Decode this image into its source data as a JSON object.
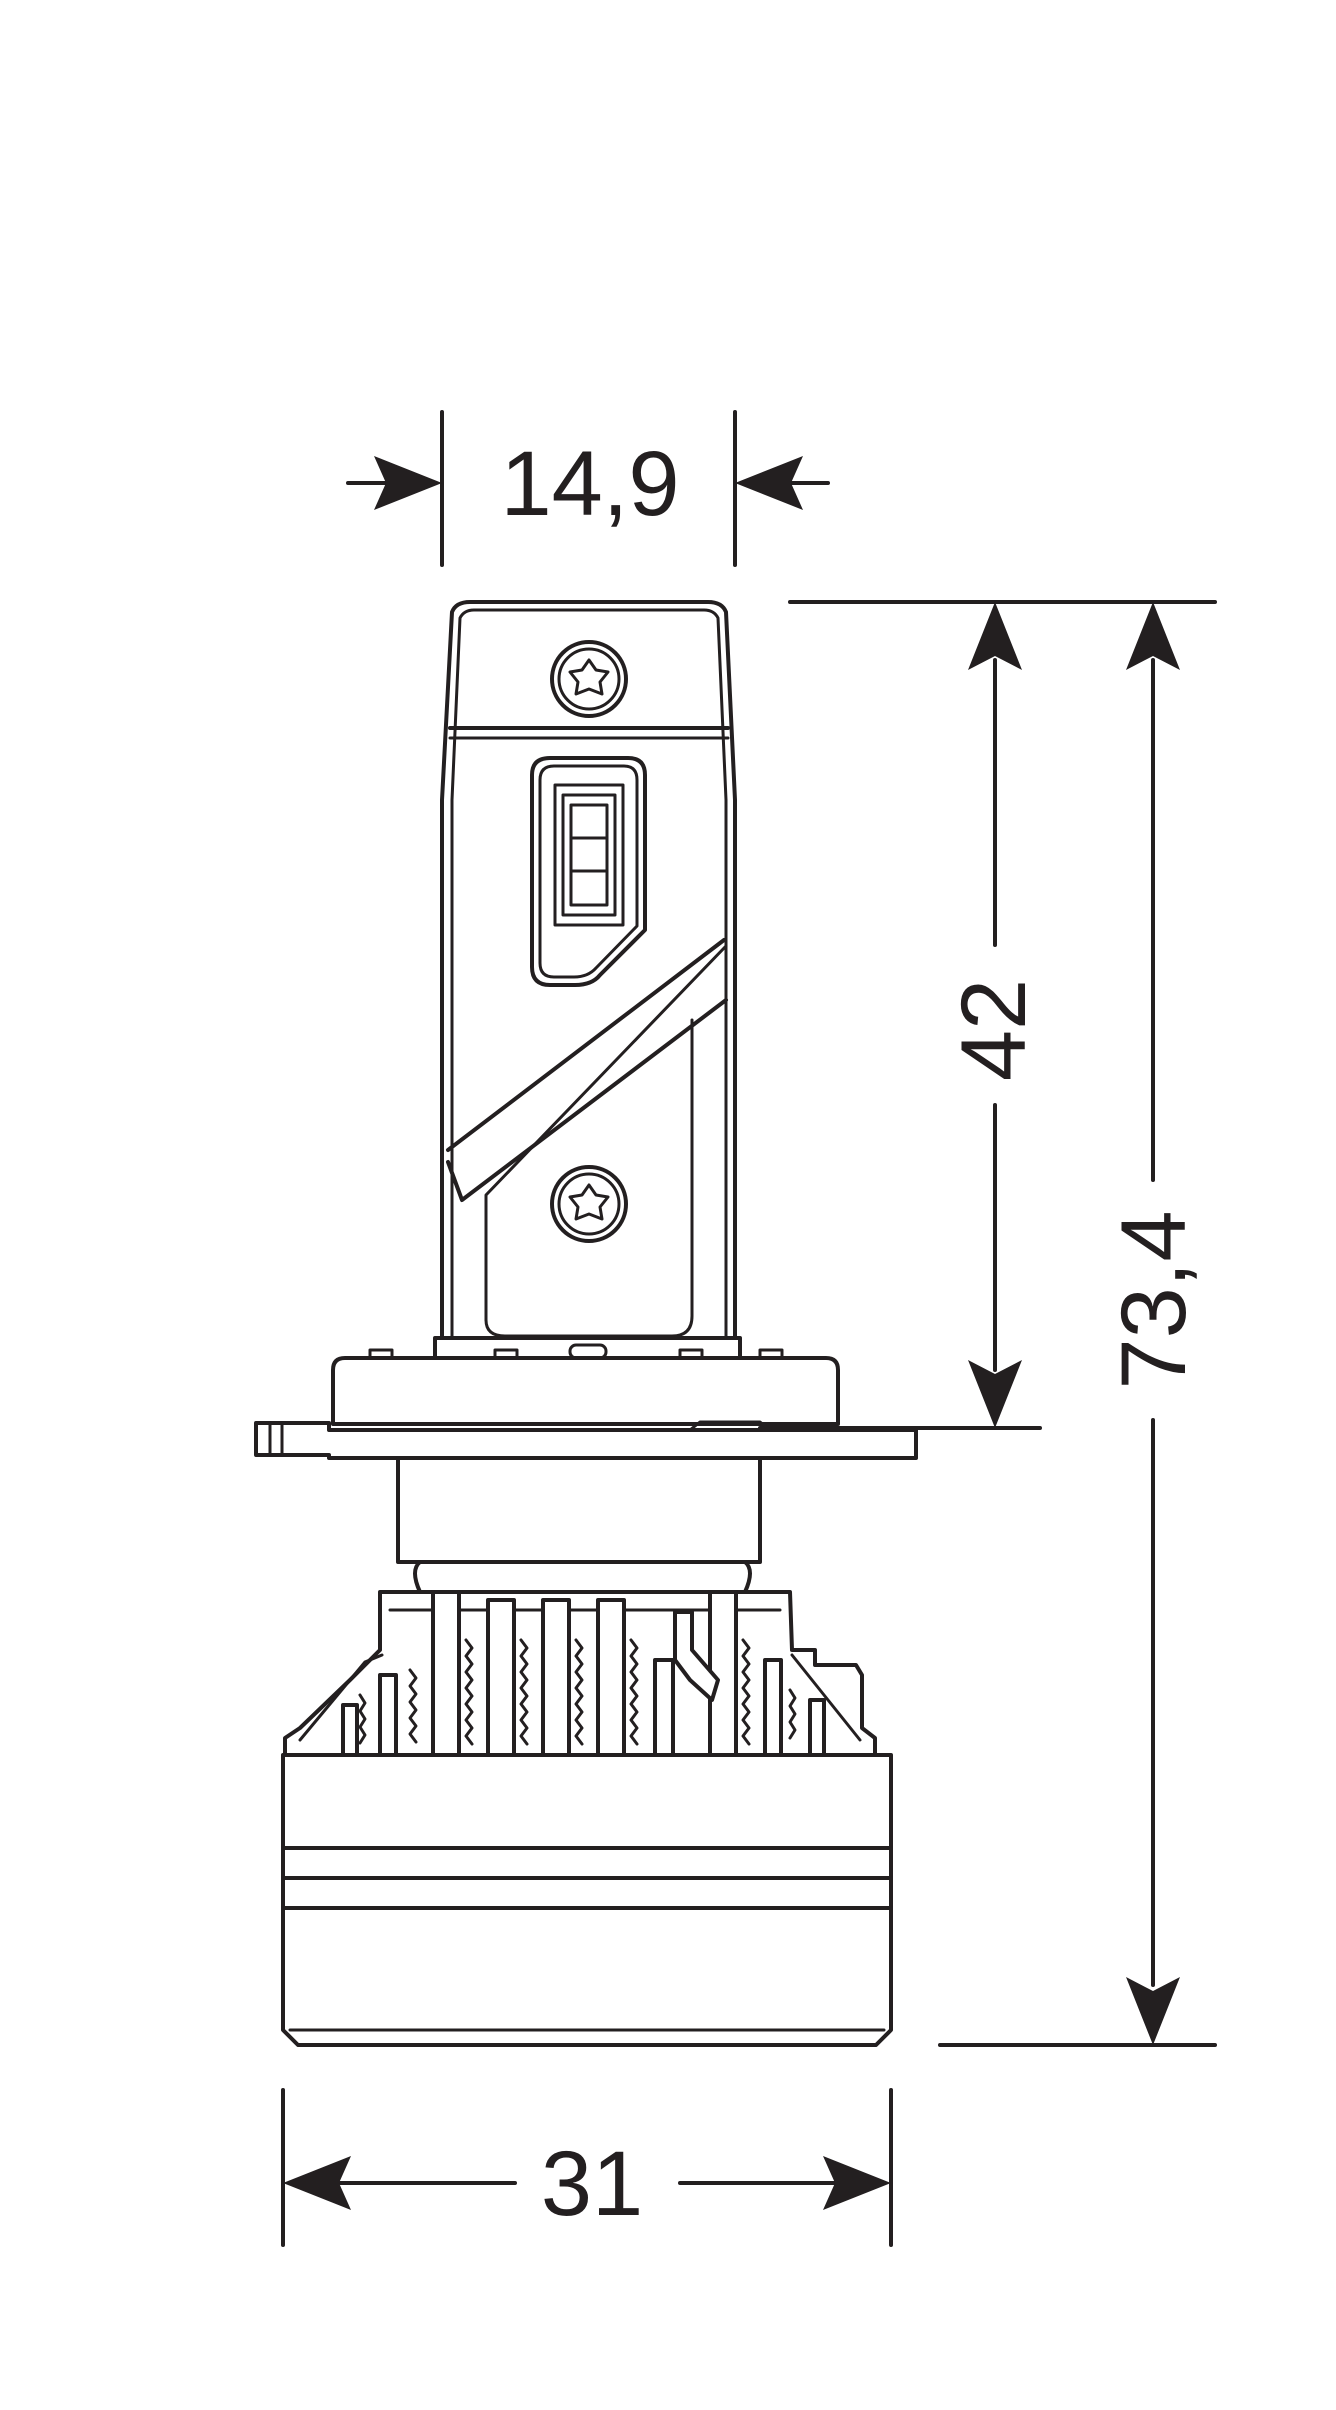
{
  "dimensions": {
    "top_width": "14,9",
    "upper_height": "42",
    "total_height": "73,4",
    "bottom_width": "31"
  },
  "colors": {
    "line": "#231f20",
    "background": "#ffffff"
  }
}
